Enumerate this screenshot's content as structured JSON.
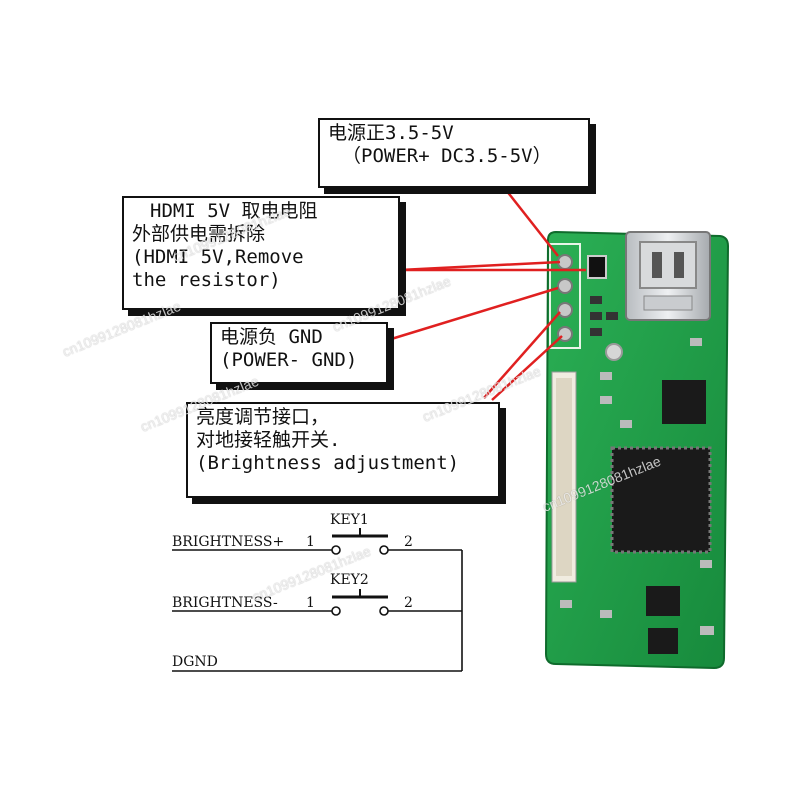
{
  "labels": {
    "power_positive": {
      "line1": "电源正3.5-5V",
      "line2": "（POWER+ DC3.5-5V）"
    },
    "hdmi_resistor": {
      "line1": "HDMI 5V 取电电阻",
      "line2": "外部供电需拆除",
      "line3": "(HDMI 5V,Remove",
      "line4": "the resistor)"
    },
    "power_negative": {
      "line1": "电源负 GND",
      "line2": "(POWER- GND)"
    },
    "brightness": {
      "line1": "亮度调节接口，",
      "line2": "对地接轻触开关.",
      "line3": "(Brightness adjustment)"
    }
  },
  "schematic": {
    "key1_label": "KEY1",
    "key2_label": "KEY2",
    "net1": "BRIGHTNESS+",
    "net2": "BRIGHTNESS-",
    "net3": "DGND",
    "pin1": "1",
    "pin2": "2"
  },
  "watermark": "cn1099128081hzlae",
  "colors": {
    "pointer_line": "#e02020",
    "pcb_green": "#1f9a45",
    "chip_black": "#1a1a1a"
  }
}
